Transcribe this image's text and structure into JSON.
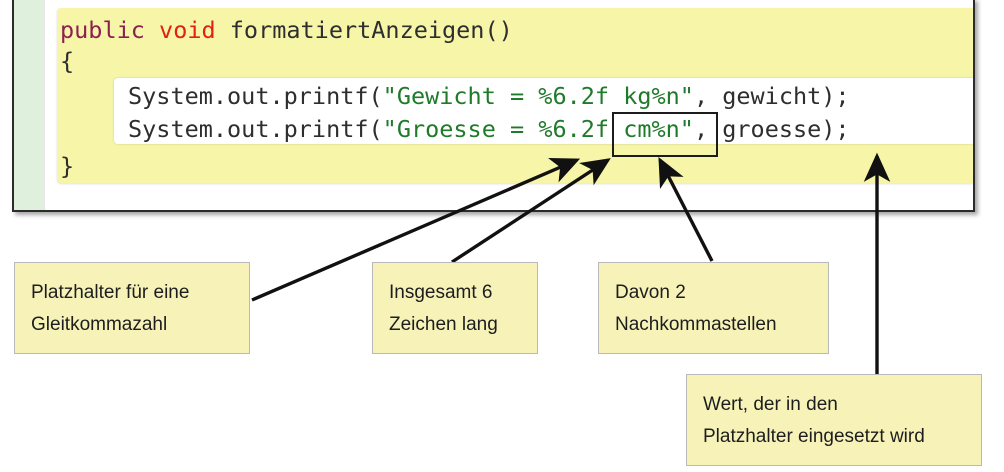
{
  "editor": {
    "gutter_label": "",
    "code": {
      "signature": {
        "kw_public": "public",
        "kw_void": "void",
        "method": " formatiertAnzeigen()",
        "space": " "
      },
      "brace_open": "{",
      "brace_close": "}",
      "statement_1": {
        "prefix": "System.out.printf(",
        "string": "\"Gewicht = %6.2f kg%n\"",
        "suffix": ", gewicht);"
      },
      "statement_2": {
        "prefix": "System.out.printf(",
        "string_a": "\"Groesse = ",
        "format_spec": "%6.2f",
        "string_b": " cm%n\"",
        "suffix": ", groesse);"
      }
    },
    "highlighted_format_spec": "%6.2f"
  },
  "callouts": [
    {
      "id": "placeholder",
      "line1": "Platzhalter für eine",
      "line2": "Gleitkommazahl"
    },
    {
      "id": "total-width",
      "line1": "Insgesamt 6",
      "line2": "Zeichen lang"
    },
    {
      "id": "decimals",
      "line1": "Davon 2",
      "line2": "Nachkommastellen"
    },
    {
      "id": "value",
      "line1": "Wert, der in den",
      "line2": "Platzhalter eingesetzt wird"
    }
  ],
  "colors": {
    "code_block": "#f6f5a8",
    "callout_fill": "#f7f3b8",
    "gutter": "#dff0dc",
    "keyword_public": "#8c2150",
    "keyword_void": "#e22014",
    "string_literal": "#1f7a2a",
    "arrow": "#111111"
  }
}
